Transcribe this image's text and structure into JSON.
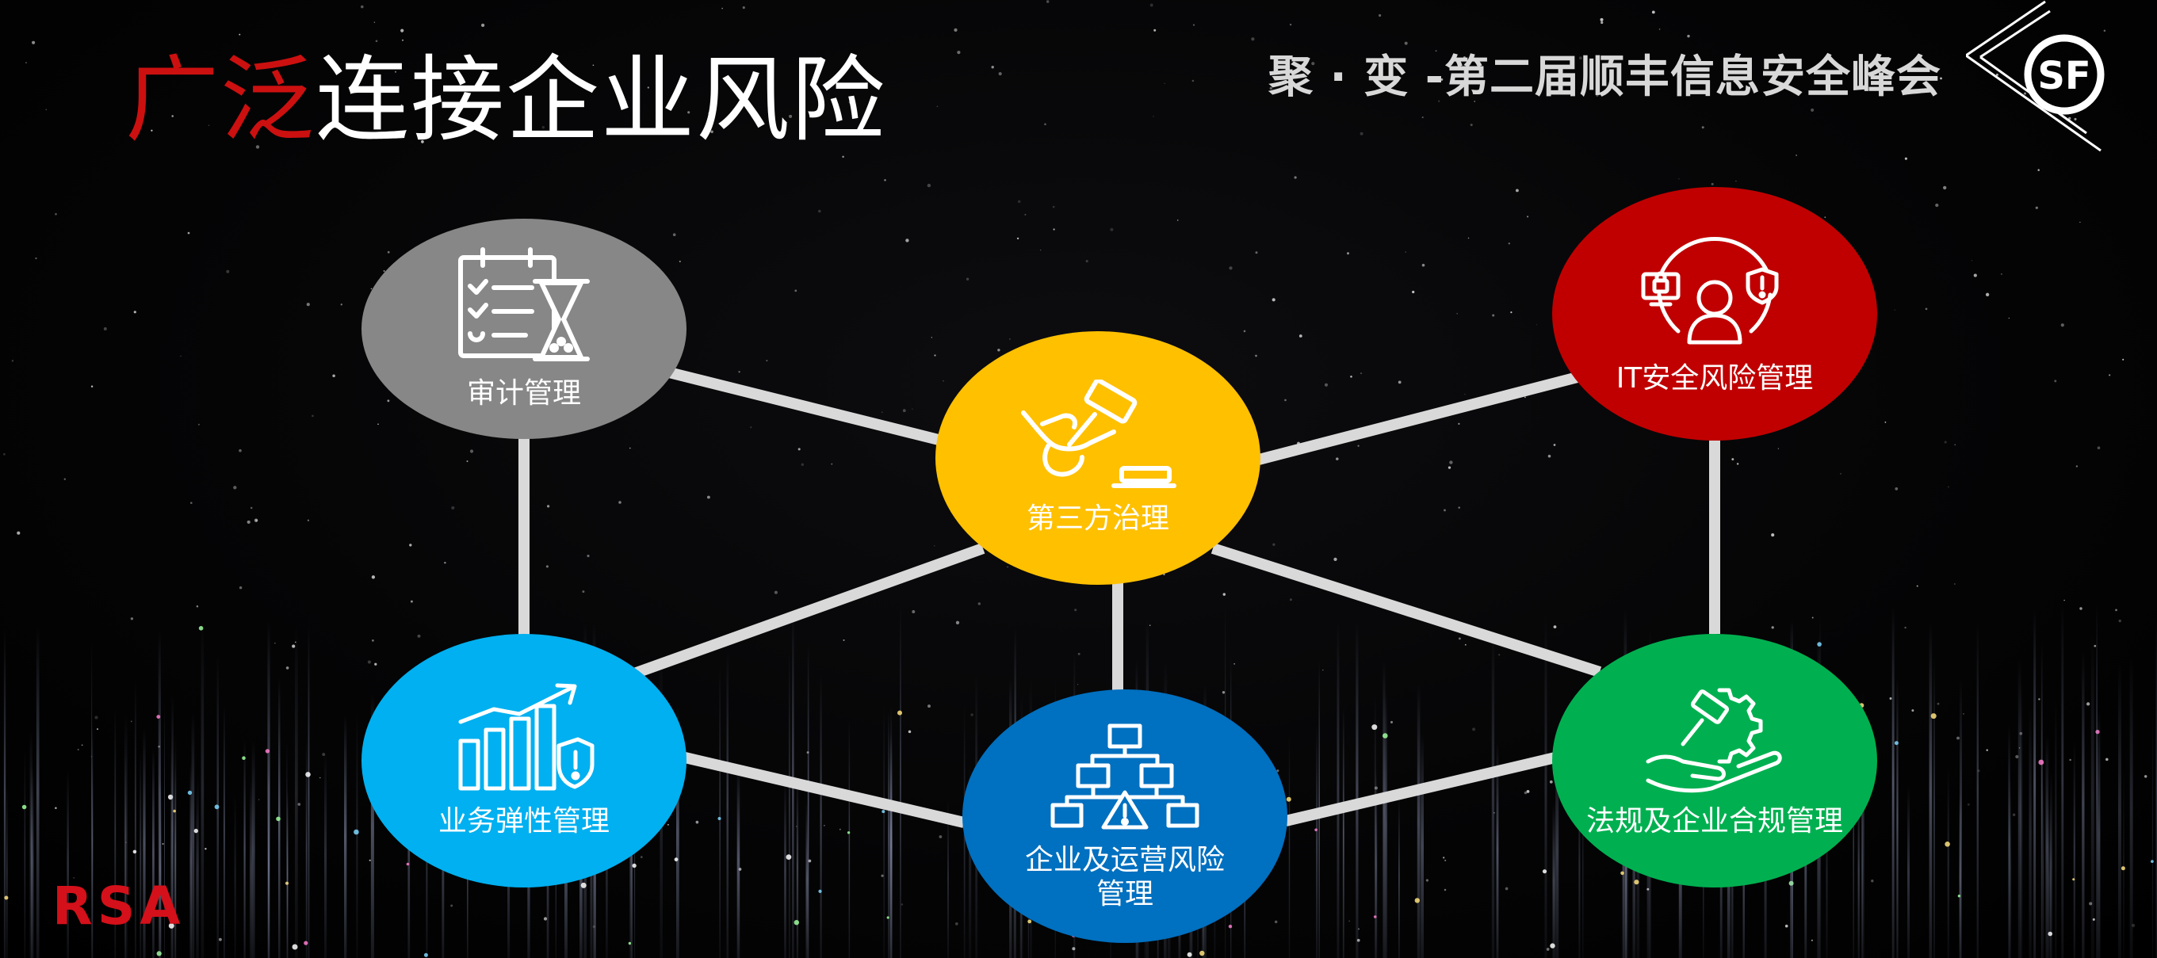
{
  "header": {
    "title_accent": "广泛",
    "title_rest": "连接企业风险",
    "summit": "聚 · 变 -第二届顺丰信息安全峰会"
  },
  "logos": {
    "sf": "SF",
    "rsa": "RSA"
  },
  "nodes": {
    "audit": {
      "label": "审计管理",
      "color": "#878787",
      "icon": "checklist-hourglass-icon"
    },
    "third_party": {
      "label": "第三方治理",
      "color": "#ffc000",
      "icon": "gavel-handshake-icon"
    },
    "it_security": {
      "label": "IT安全风险管理",
      "color": "#c00000",
      "icon": "user-security-cycle-icon"
    },
    "resilience": {
      "label": "业务弹性管理",
      "color": "#00b0f0",
      "icon": "bar-chart-shield-icon"
    },
    "operations": {
      "label_line1": "企业及运营风险",
      "label_line2": "管理",
      "color": "#0070c0",
      "icon": "hierarchy-warning-icon"
    },
    "compliance": {
      "label": "法规及企业合规管理",
      "color": "#00b050",
      "icon": "gavel-gear-hand-icon"
    }
  },
  "colors": {
    "accent_red": "#cc1010",
    "connector": "#d9d9d9",
    "background": "#000000"
  }
}
